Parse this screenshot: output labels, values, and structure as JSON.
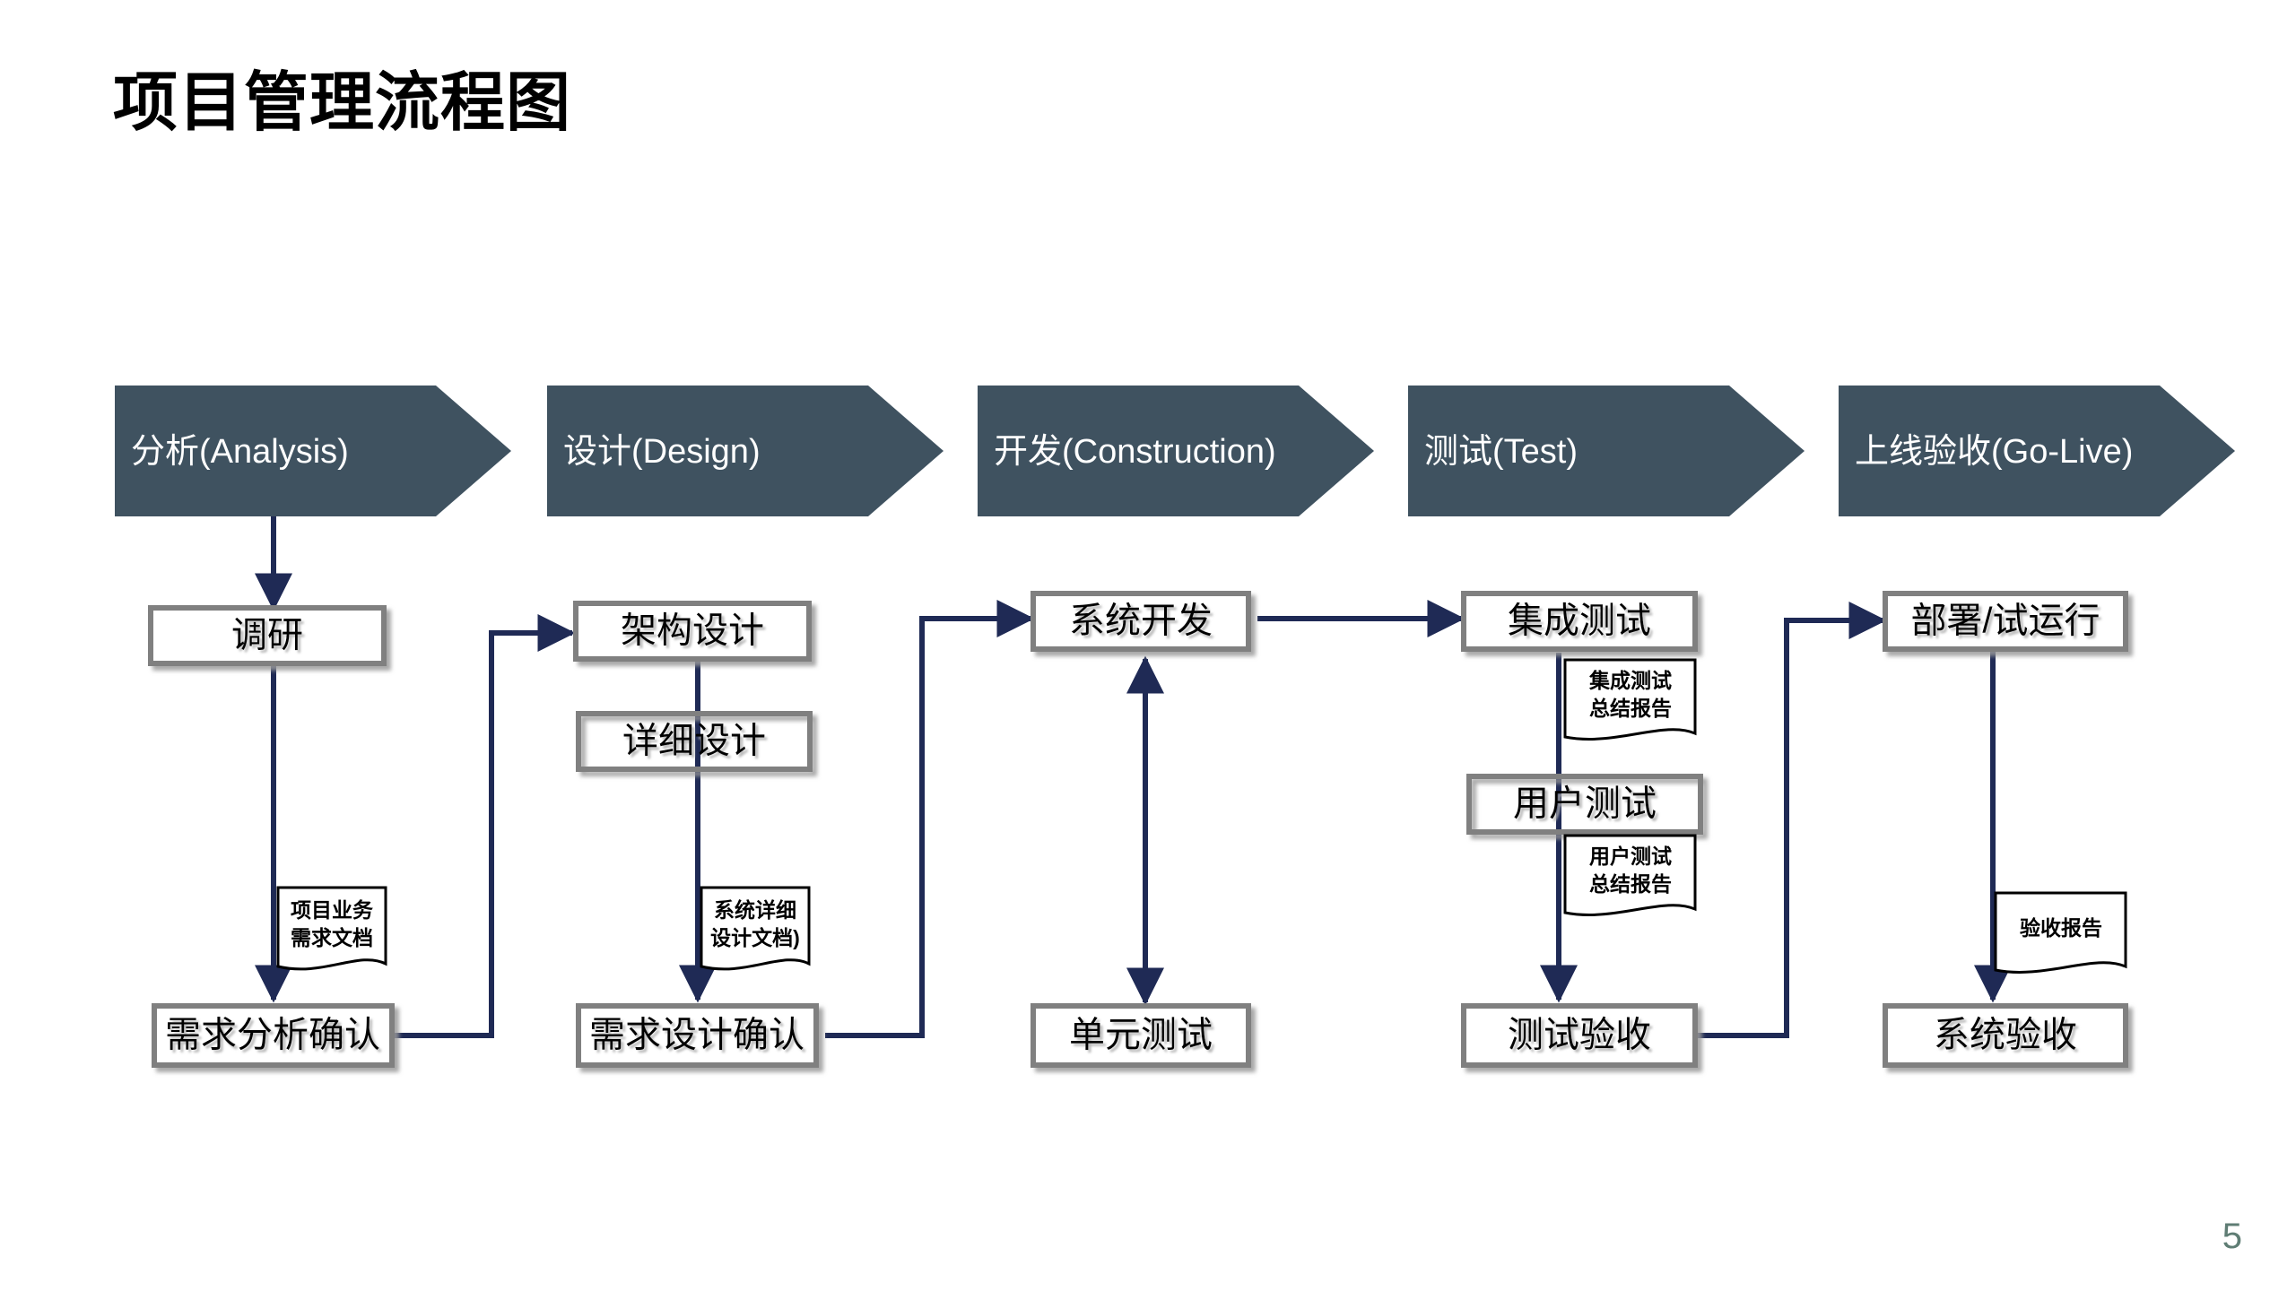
{
  "slide": {
    "title": "项目管理流程图",
    "page_number": "5",
    "background_color": "#FFFFFF",
    "page_number_color": "#5F7D74"
  },
  "theme": {
    "band_fill": "#3F5260",
    "band_text_color": "#FFFFFF",
    "box_border_color": "#808080",
    "box_fill": "#FFFFFF",
    "box_text_color": "#000000",
    "connector_color": "#1F2A55",
    "doc_border_color": "#000000"
  },
  "phases": [
    {
      "id": "analysis",
      "label": "分析(Analysis)"
    },
    {
      "id": "design",
      "label": "设计(Design)"
    },
    {
      "id": "construction",
      "label": "开发(Construction)"
    },
    {
      "id": "test",
      "label": "测试(Test)"
    },
    {
      "id": "golive",
      "label": "上线验收(Go-Live)"
    }
  ],
  "boxes": [
    {
      "id": "survey",
      "label": "调研",
      "phase": "analysis"
    },
    {
      "id": "req-analysis-conf",
      "label": "需求分析确认",
      "phase": "analysis"
    },
    {
      "id": "arch-design",
      "label": "架构设计",
      "phase": "design"
    },
    {
      "id": "detail-design",
      "label": "详细设计",
      "phase": "design"
    },
    {
      "id": "req-design-conf",
      "label": "需求设计确认",
      "phase": "design"
    },
    {
      "id": "system-dev",
      "label": "系统开发",
      "phase": "construction"
    },
    {
      "id": "unit-test",
      "label": "单元测试",
      "phase": "construction"
    },
    {
      "id": "integration-test",
      "label": "集成测试",
      "phase": "test"
    },
    {
      "id": "user-test",
      "label": "用户测试",
      "phase": "test"
    },
    {
      "id": "test-acceptance",
      "label": "测试验收",
      "phase": "test"
    },
    {
      "id": "deploy-trial",
      "label": "部署/试运行",
      "phase": "golive"
    },
    {
      "id": "system-acceptance",
      "label": "系统验收",
      "phase": "golive"
    }
  ],
  "documents": [
    {
      "id": "biz-req-doc",
      "lines": [
        "项目业务",
        "需求文档"
      ],
      "phase": "analysis"
    },
    {
      "id": "sys-detail-doc",
      "lines": [
        "系统详细",
        "设计文档)"
      ],
      "phase": "design"
    },
    {
      "id": "integration-report",
      "lines": [
        "集成测试",
        "总结报告"
      ],
      "phase": "test"
    },
    {
      "id": "user-test-report",
      "lines": [
        "用户测试",
        "总结报告"
      ],
      "phase": "test"
    },
    {
      "id": "acceptance-report",
      "lines": [
        "验收报告"
      ],
      "phase": "golive"
    }
  ]
}
